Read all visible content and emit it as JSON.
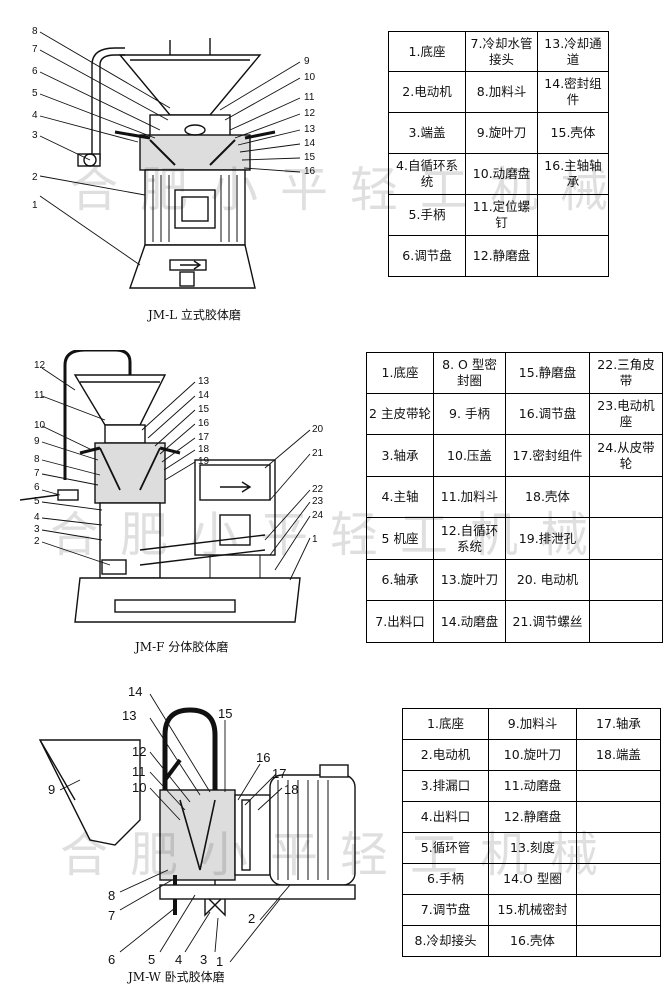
{
  "watermark": "合肥小平轻工机械",
  "diagrams": [
    {
      "caption": "JM-L 立式胶体磨",
      "callouts": [
        "1",
        "2",
        "3",
        "4",
        "5",
        "6",
        "7",
        "8",
        "9",
        "10",
        "11",
        "12",
        "13",
        "14",
        "15",
        "16"
      ],
      "parts_table": [
        [
          "1.底座",
          "7.冷却水管接头",
          "13.冷却通道"
        ],
        [
          "2.电动机",
          "8.加料斗",
          "14.密封组件"
        ],
        [
          "3.端盖",
          "9.旋叶刀",
          "15.壳体"
        ],
        [
          "4.自循环系统",
          "10.动磨盘",
          "16.主轴轴承"
        ],
        [
          "5.手柄",
          "11.定位螺钉",
          ""
        ],
        [
          "6.调节盘",
          "12.静磨盘",
          ""
        ]
      ]
    },
    {
      "caption": "JM-F 分体胶体磨",
      "callouts": [
        "1",
        "2",
        "3",
        "4",
        "5",
        "6",
        "7",
        "8",
        "9",
        "10",
        "11",
        "12",
        "13",
        "14",
        "15",
        "16",
        "17",
        "18",
        "19",
        "20",
        "21",
        "22",
        "23",
        "24"
      ],
      "parts_table": [
        [
          "1.底座",
          "8. O 型密封圈",
          "15.静磨盘",
          "22.三角皮带"
        ],
        [
          "2 主皮带轮",
          "9. 手柄",
          "16.调节盘",
          "23.电动机座"
        ],
        [
          "3.轴承",
          "10.压盖",
          "17.密封组件",
          "24.从皮带轮"
        ],
        [
          "4.主轴",
          "11.加料斗",
          "18.壳体",
          ""
        ],
        [
          "5 机座",
          "12.自循环系统",
          "19.排泄孔",
          ""
        ],
        [
          "6.轴承",
          "13.旋叶刀",
          "20. 电动机",
          ""
        ],
        [
          "7.出料口",
          "14.动磨盘",
          "21.调节螺丝",
          ""
        ]
      ]
    },
    {
      "caption": "JM-W 卧式胶体磨",
      "callouts": [
        "1",
        "2",
        "3",
        "4",
        "5",
        "6",
        "7",
        "8",
        "9",
        "10",
        "11",
        "12",
        "13",
        "14",
        "15",
        "16",
        "17",
        "18"
      ],
      "parts_table": [
        [
          "1.底座",
          "9.加料斗",
          "17.轴承"
        ],
        [
          "2.电动机",
          "10.旋叶刀",
          "18.端盖"
        ],
        [
          "3.排漏口",
          "11.动磨盘",
          ""
        ],
        [
          "4.出料口",
          "12.静磨盘",
          ""
        ],
        [
          "5.循环管",
          "13.刻度",
          ""
        ],
        [
          "6.手柄",
          "14.O 型圈",
          ""
        ],
        [
          "7.调节盘",
          "15.机械密封",
          ""
        ],
        [
          "8.冷却接头",
          "16.壳体",
          ""
        ]
      ]
    }
  ]
}
